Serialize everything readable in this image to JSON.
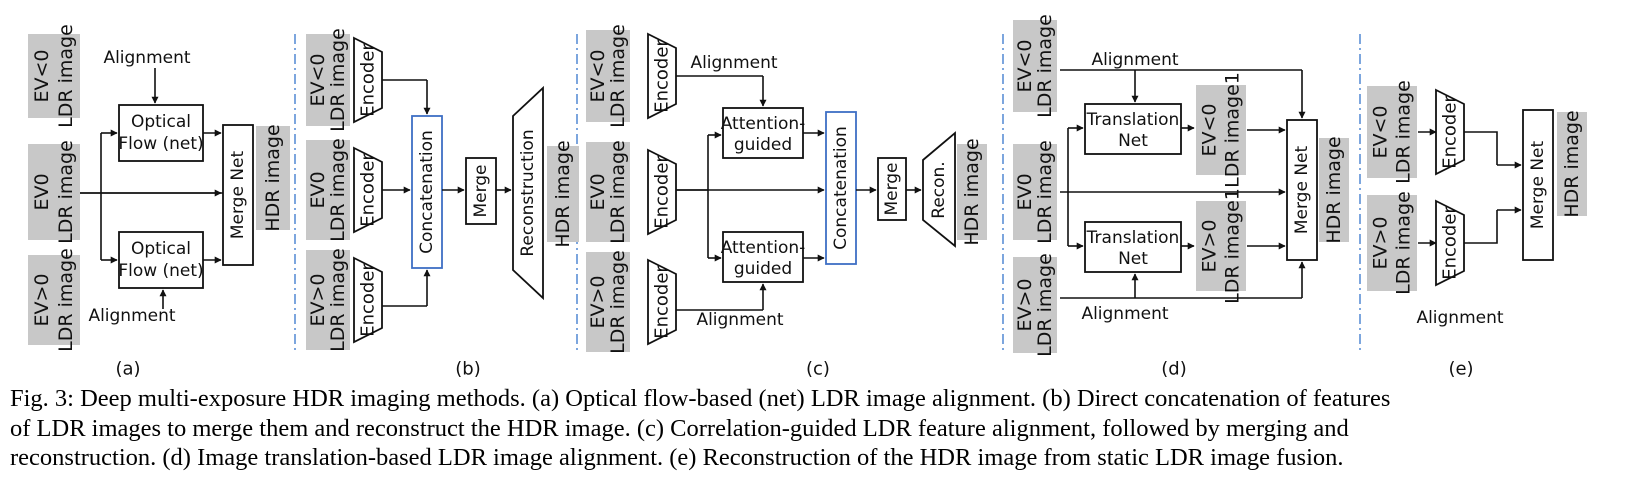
{
  "labels": {
    "ev_lt0": "EV<0",
    "ev0": "EV0",
    "ev_gt0": "EV>0",
    "ldr_image": "LDR image",
    "ldr_image1": "LDR image1",
    "hdr_image": "HDR image",
    "alignment": "Alignment",
    "optical_flow_1": "Optical",
    "optical_flow_2": "Flow (net)",
    "merge_net": "Merge Net",
    "encoder": "Encoder",
    "concatenation": "Concatenation",
    "merge": "Merge",
    "reconstruction": "Reconstruction",
    "recon": "Recon.",
    "attention_1": "Attention-",
    "attention_2": "guided",
    "translation_1": "Translation",
    "translation_2": "Net"
  },
  "panels": {
    "a": "(a)",
    "b": "(b)",
    "c": "(c)",
    "d": "(d)",
    "e": "(e)"
  },
  "caption": [
    "Fig. 3: Deep multi-exposure HDR imaging methods. (a) Optical flow-based (net) LDR image alignment. (b) Direct concatenation of features",
    "of LDR images to merge them and reconstruct the HDR image. (c) Correlation-guided LDR feature alignment, followed by merging and",
    "reconstruction. (d) Image translation-based LDR image alignment. (e) Reconstruction of the HDR image from static LDR image fusion."
  ],
  "colors": {
    "image_box": "#c8c8c8",
    "concat_border": "#3e6fc4",
    "divider": "#5b8fd6"
  }
}
